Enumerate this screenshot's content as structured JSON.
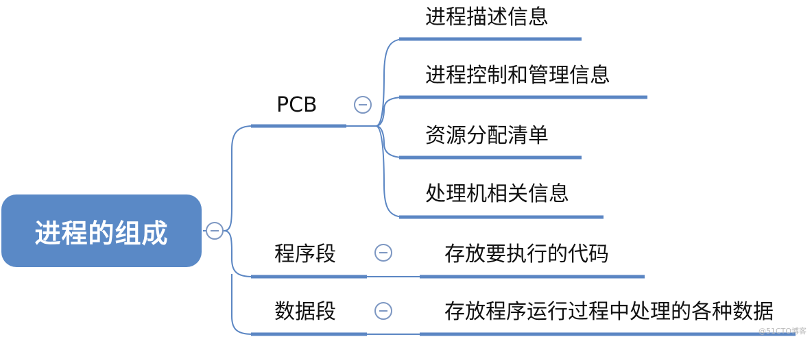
{
  "root": {
    "label": "进程的组成"
  },
  "branches": [
    {
      "label": "PCB",
      "children": [
        "进程描述信息",
        "进程控制和管理信息",
        "资源分配清单",
        "处理机相关信息"
      ]
    },
    {
      "label": "程序段",
      "children": [
        "存放要执行的代码"
      ]
    },
    {
      "label": "数据段",
      "children": [
        "存放程序运行过程中处理的各种数据"
      ]
    }
  ],
  "watermark": "@51CTO博客",
  "colors": {
    "root_fill": "#5a89c6",
    "line": "#5b86c3",
    "collapse_icon": "#7d97c2"
  }
}
